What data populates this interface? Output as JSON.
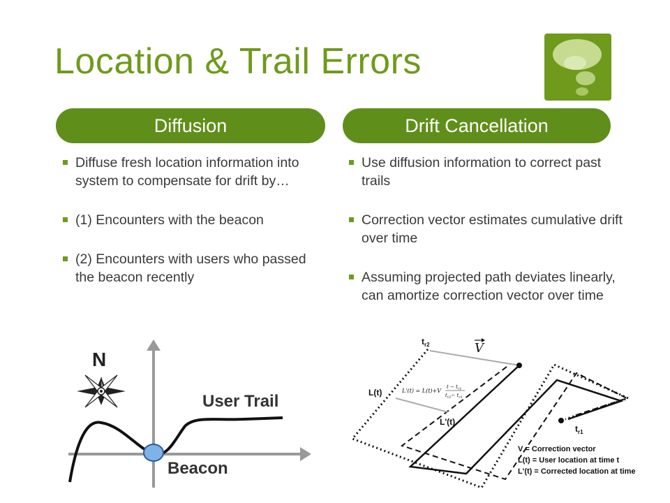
{
  "title": "Location & Trail Errors",
  "columns": {
    "left": {
      "header": "Diffusion",
      "bullets": [
        "Diffuse fresh location information into system to compensate for drift by…",
        "(1) Encounters with the beacon",
        "(2) Encounters with users who passed the beacon recently"
      ]
    },
    "right": {
      "header": "Drift Cancellation",
      "bullets": [
        "Use diffusion information to correct past trails",
        "Correction vector estimates cumulative drift over time",
        "Assuming projected path deviates linearly, can amortize correction vector over time"
      ]
    }
  },
  "figure_left": {
    "north_label": "N",
    "trail_label": "User Trail",
    "beacon_label": "Beacon"
  },
  "figure_right": {
    "tr2_label": "t",
    "tr2_sub": "r2",
    "tr1_label": "t",
    "tr1_sub": "r1",
    "v_label": "V",
    "lt_label": "L(t)",
    "lpt_label": "L'(t)",
    "formula_lhs": "L'(t) = L(t)+V",
    "formula_num": "t − t",
    "formula_num_sub": "r1",
    "formula_den": "t",
    "formula_den_sub1": "r2",
    "formula_den_mid": "− t",
    "formula_den_sub2": "r1",
    "legend": [
      "V = Correction vector",
      "L(t) =  User location at time t",
      "L'(t) =  Corrected location at time t"
    ]
  },
  "colors": {
    "accent": "#6f9a1c",
    "pill": "#5f8f1a",
    "beacon": "#7fb3e8"
  }
}
